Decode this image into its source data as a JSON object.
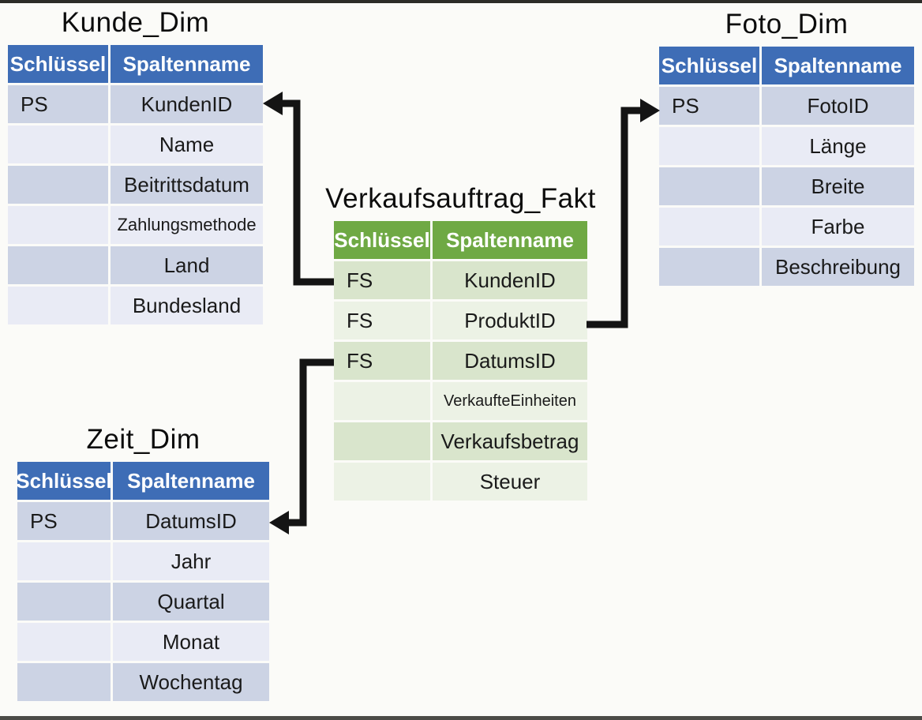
{
  "diagram": {
    "tables": [
      {
        "id": "kunde",
        "title": "Kunde_Dim",
        "theme": "blue",
        "headers": [
          "Schlüssel",
          "Spaltenname"
        ],
        "rows": [
          {
            "key": "PS",
            "column": "KundenID"
          },
          {
            "key": "",
            "column": "Name"
          },
          {
            "key": "",
            "column": "Beitrittsdatum"
          },
          {
            "key": "",
            "column": "Zahlungsmethode",
            "size": "smallish"
          },
          {
            "key": "",
            "column": "Land"
          },
          {
            "key": "",
            "column": "Bundesland"
          }
        ]
      },
      {
        "id": "fact",
        "title": "Verkaufsauftrag_Fakt",
        "theme": "green",
        "headers": [
          "Schlüssel",
          "Spaltenname"
        ],
        "rows": [
          {
            "key": "FS",
            "column": "KundenID"
          },
          {
            "key": "FS",
            "column": "ProduktID"
          },
          {
            "key": "FS",
            "column": "DatumsID"
          },
          {
            "key": "",
            "column": "VerkaufteEinheiten",
            "size": "small"
          },
          {
            "key": "",
            "column": "Verkaufsbetrag"
          },
          {
            "key": "",
            "column": "Steuer"
          }
        ]
      },
      {
        "id": "foto",
        "title": "Foto_Dim",
        "theme": "blue",
        "headers": [
          "Schlüssel",
          "Spaltenname"
        ],
        "rows": [
          {
            "key": "PS",
            "column": "FotoID"
          },
          {
            "key": "",
            "column": "Länge"
          },
          {
            "key": "",
            "column": "Breite"
          },
          {
            "key": "",
            "column": "Farbe"
          },
          {
            "key": "",
            "column": "Beschreibung"
          }
        ]
      },
      {
        "id": "zeit",
        "title": "Zeit_Dim",
        "theme": "blue",
        "headers": [
          "Schlüssel",
          "Spaltenname"
        ],
        "rows": [
          {
            "key": "PS",
            "column": "DatumsID"
          },
          {
            "key": "",
            "column": "Jahr"
          },
          {
            "key": "",
            "column": "Quartal"
          },
          {
            "key": "",
            "column": "Monat"
          },
          {
            "key": "",
            "column": "Wochentag"
          }
        ]
      }
    ],
    "key_legend": {
      "primary_key_abbr": "PS",
      "foreign_key_abbr": "FS"
    },
    "relationships": [
      {
        "from": "Verkaufsauftrag_Fakt.KundenID",
        "to": "Kunde_Dim.KundenID"
      },
      {
        "from": "Verkaufsauftrag_Fakt.ProduktID",
        "to": "Foto_Dim.FotoID"
      },
      {
        "from": "Verkaufsauftrag_Fakt.DatumsID",
        "to": "Zeit_Dim.DatumsID"
      }
    ],
    "colors": {
      "blue_header": "#3e6db6",
      "blue_row_dark": "#ccd3e4",
      "blue_row_light": "#e9ebf5",
      "green_header": "#6fa944",
      "green_row_dark": "#d9e5cc",
      "green_row_light": "#ecf2e5",
      "arrow": "#141414",
      "background": "#fbfbf8"
    }
  }
}
